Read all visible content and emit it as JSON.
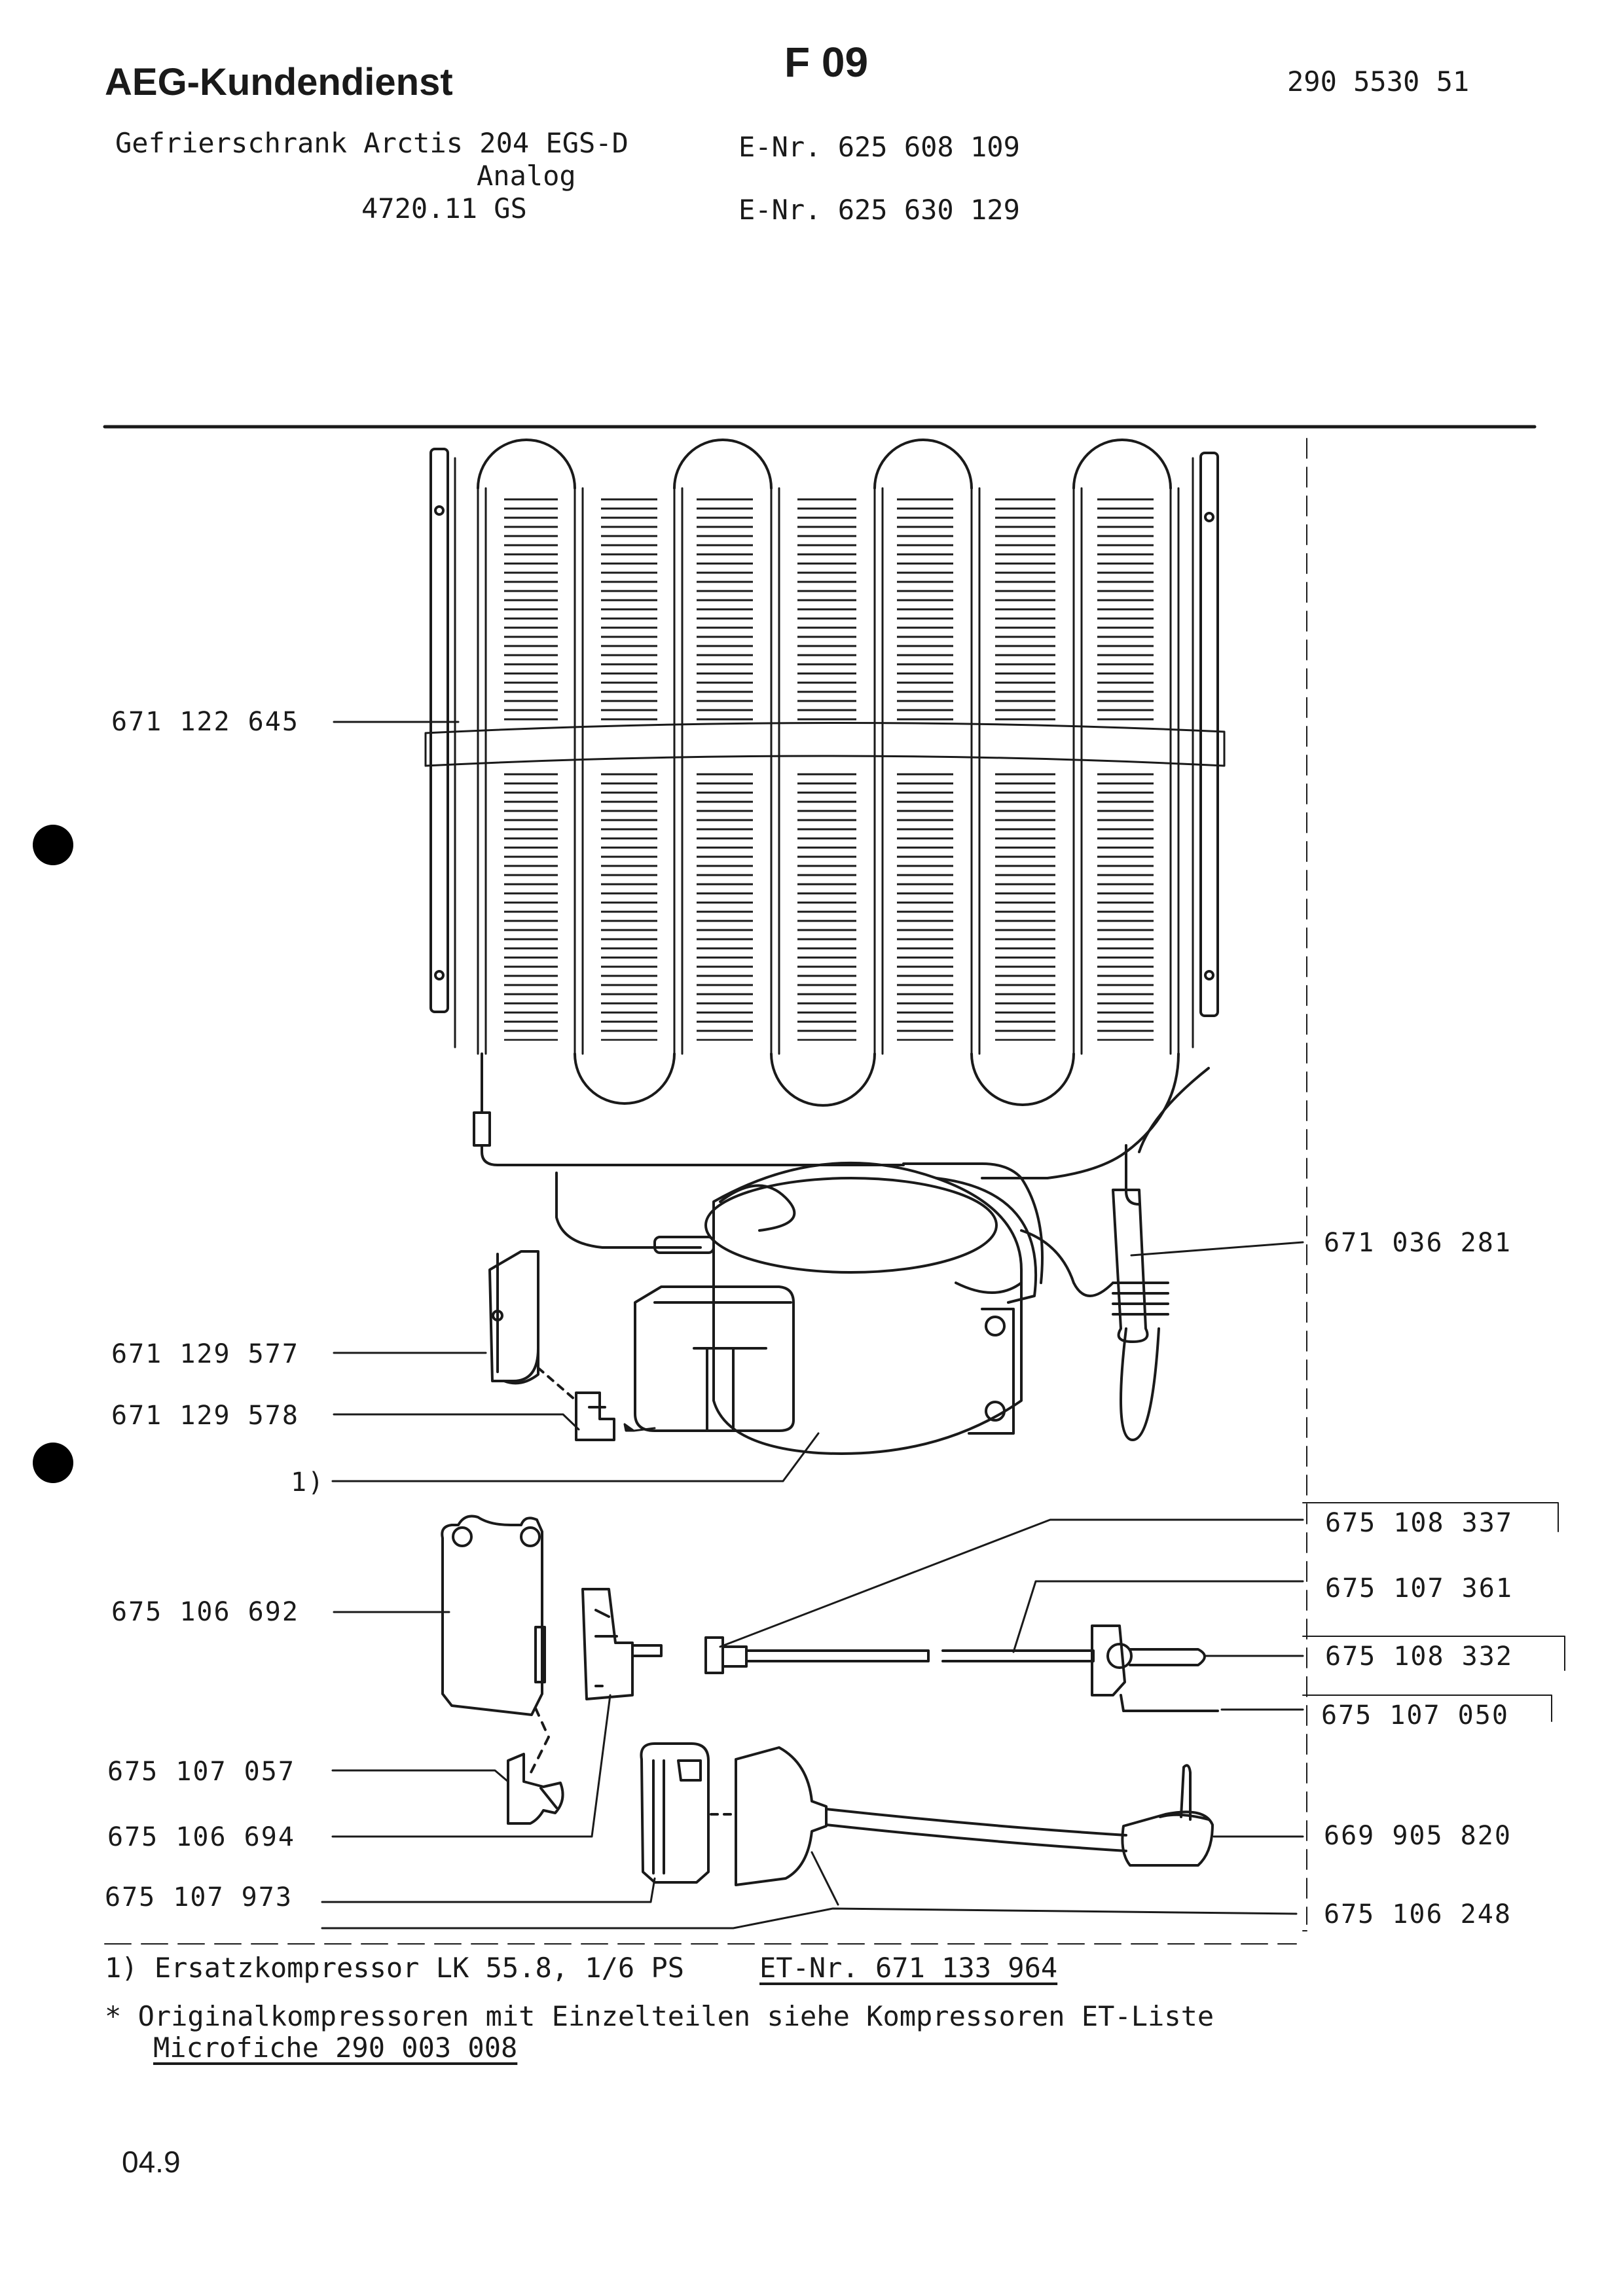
{
  "header": {
    "company": "AEG-Kundendienst",
    "section": "F 09",
    "doc_number": "290 5530 51",
    "product_line1": "Gefrierschrank Arctis 204 EGS-D",
    "product_line2": "Analog",
    "product_line3": "4720.11 GS",
    "enr1": "E-Nr. 625 608 109",
    "enr2": "E-Nr. 625 630 129"
  },
  "parts_left": [
    {
      "id": "p1",
      "label": "671 122 645"
    },
    {
      "id": "p2",
      "label": "671 129 577"
    },
    {
      "id": "p3",
      "label": "671 129 578"
    },
    {
      "id": "p4",
      "label": "1)"
    },
    {
      "id": "p5",
      "label": "675 106 692"
    },
    {
      "id": "p6",
      "label": "675 107 057"
    },
    {
      "id": "p7",
      "label": "675 106 694"
    },
    {
      "id": "p8",
      "label": "675 107 973"
    }
  ],
  "parts_right": [
    {
      "id": "r1",
      "label": "671 036 281"
    },
    {
      "id": "r2",
      "label": "675 108 337"
    },
    {
      "id": "r3",
      "label": "675 107 361"
    },
    {
      "id": "r4",
      "label": "675 108 332"
    },
    {
      "id": "r5",
      "label": "675 107 050"
    },
    {
      "id": "r6",
      "label": "669 905 820"
    },
    {
      "id": "r7",
      "label": "675 106 248"
    }
  ],
  "footnotes": {
    "note1_text": "1) Ersatzkompressor LK 55.8, 1/6 PS",
    "note1_ref": "ET-Nr. 671 133 964",
    "note2_line1": "*  Originalkompressoren mit Einzelteilen siehe Kompressoren ET-Liste",
    "note2_line2": "Microfiche 290 003 008"
  },
  "page_footer": "04.9"
}
